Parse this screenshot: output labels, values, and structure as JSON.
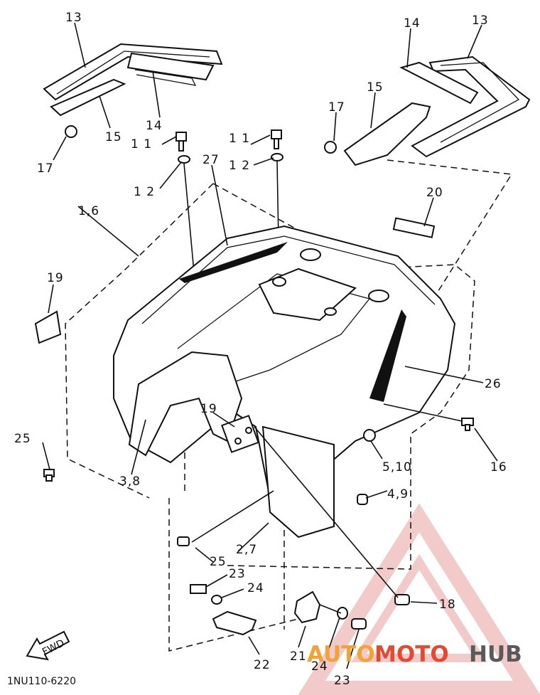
{
  "diagram": {
    "callouts": [
      {
        "id": "c13-left",
        "text": "13"
      },
      {
        "id": "c14-left",
        "text": "14"
      },
      {
        "id": "c15-left",
        "text": "15"
      },
      {
        "id": "c17-left",
        "text": "17"
      },
      {
        "id": "c11-left",
        "text": "1 1"
      },
      {
        "id": "c12-left",
        "text": "1 2"
      },
      {
        "id": "c11-right",
        "text": "1 1"
      },
      {
        "id": "c12-right",
        "text": "1 2"
      },
      {
        "id": "c27",
        "text": "27"
      },
      {
        "id": "c14-right",
        "text": "14"
      },
      {
        "id": "c13-right",
        "text": "13"
      },
      {
        "id": "c15-right",
        "text": "15"
      },
      {
        "id": "c17-right",
        "text": "17"
      },
      {
        "id": "c20",
        "text": "20"
      },
      {
        "id": "c1-6",
        "text": "1,6"
      },
      {
        "id": "c19-left",
        "text": "19"
      },
      {
        "id": "c26",
        "text": "26"
      },
      {
        "id": "c16",
        "text": "16"
      },
      {
        "id": "c19-mid",
        "text": "19"
      },
      {
        "id": "c25-left",
        "text": "25"
      },
      {
        "id": "c3-8",
        "text": "3,8"
      },
      {
        "id": "c5-10",
        "text": "5,10"
      },
      {
        "id": "c4-9",
        "text": "4,9"
      },
      {
        "id": "c2-7",
        "text": "2,7"
      },
      {
        "id": "c25-bottom",
        "text": "25"
      },
      {
        "id": "c23-top",
        "text": "23"
      },
      {
        "id": "c24-top",
        "text": "24"
      },
      {
        "id": "c18",
        "text": "18"
      },
      {
        "id": "c22",
        "text": "22"
      },
      {
        "id": "c21",
        "text": "21"
      },
      {
        "id": "c24-bottom",
        "text": "24"
      },
      {
        "id": "c23-bottom",
        "text": "23"
      }
    ],
    "fwd_label": "FWD",
    "diagram_code": "1NU110-6220"
  },
  "watermark": {
    "text_a": "AUTO",
    "text_b": "MOTO",
    "text_c": "HUB",
    "color_a": "#f2a23a",
    "color_b": "#e34a33",
    "color_c": "#5a5a5a"
  }
}
